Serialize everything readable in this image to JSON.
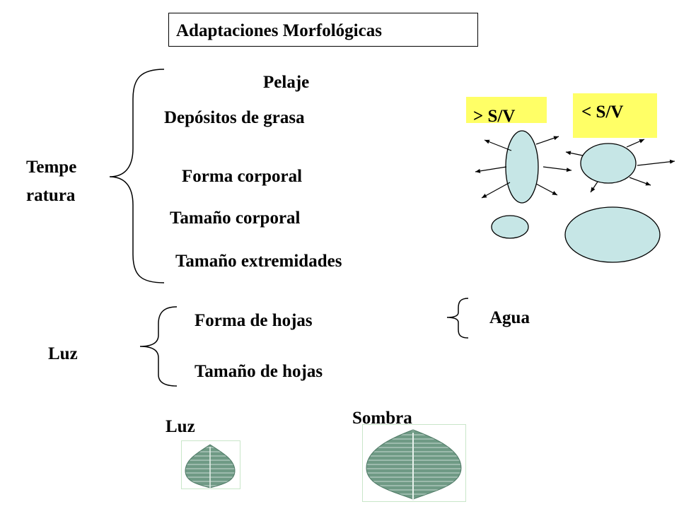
{
  "title": "Adaptaciones Morfológicas",
  "temperatura": {
    "label_line1": "Tempe",
    "label_line2": "ratura",
    "items": [
      "Pelaje",
      "Depósitos de grasa",
      "Forma corporal",
      "Tamaño corporal",
      "Tamaño extremidades"
    ]
  },
  "ratios": {
    "greater": "> S/V",
    "lesser": "< S/V"
  },
  "luz": {
    "label": "Luz",
    "items": [
      "Forma de hojas",
      "Tamaño de hojas"
    ]
  },
  "agua": "Agua",
  "leaves": {
    "light_label": "Luz",
    "shade_label": "Sombra"
  },
  "colors": {
    "shape_fill": "#c6e6e6",
    "ratio_box": "#ffff66",
    "leaf": "#6f9a85"
  }
}
